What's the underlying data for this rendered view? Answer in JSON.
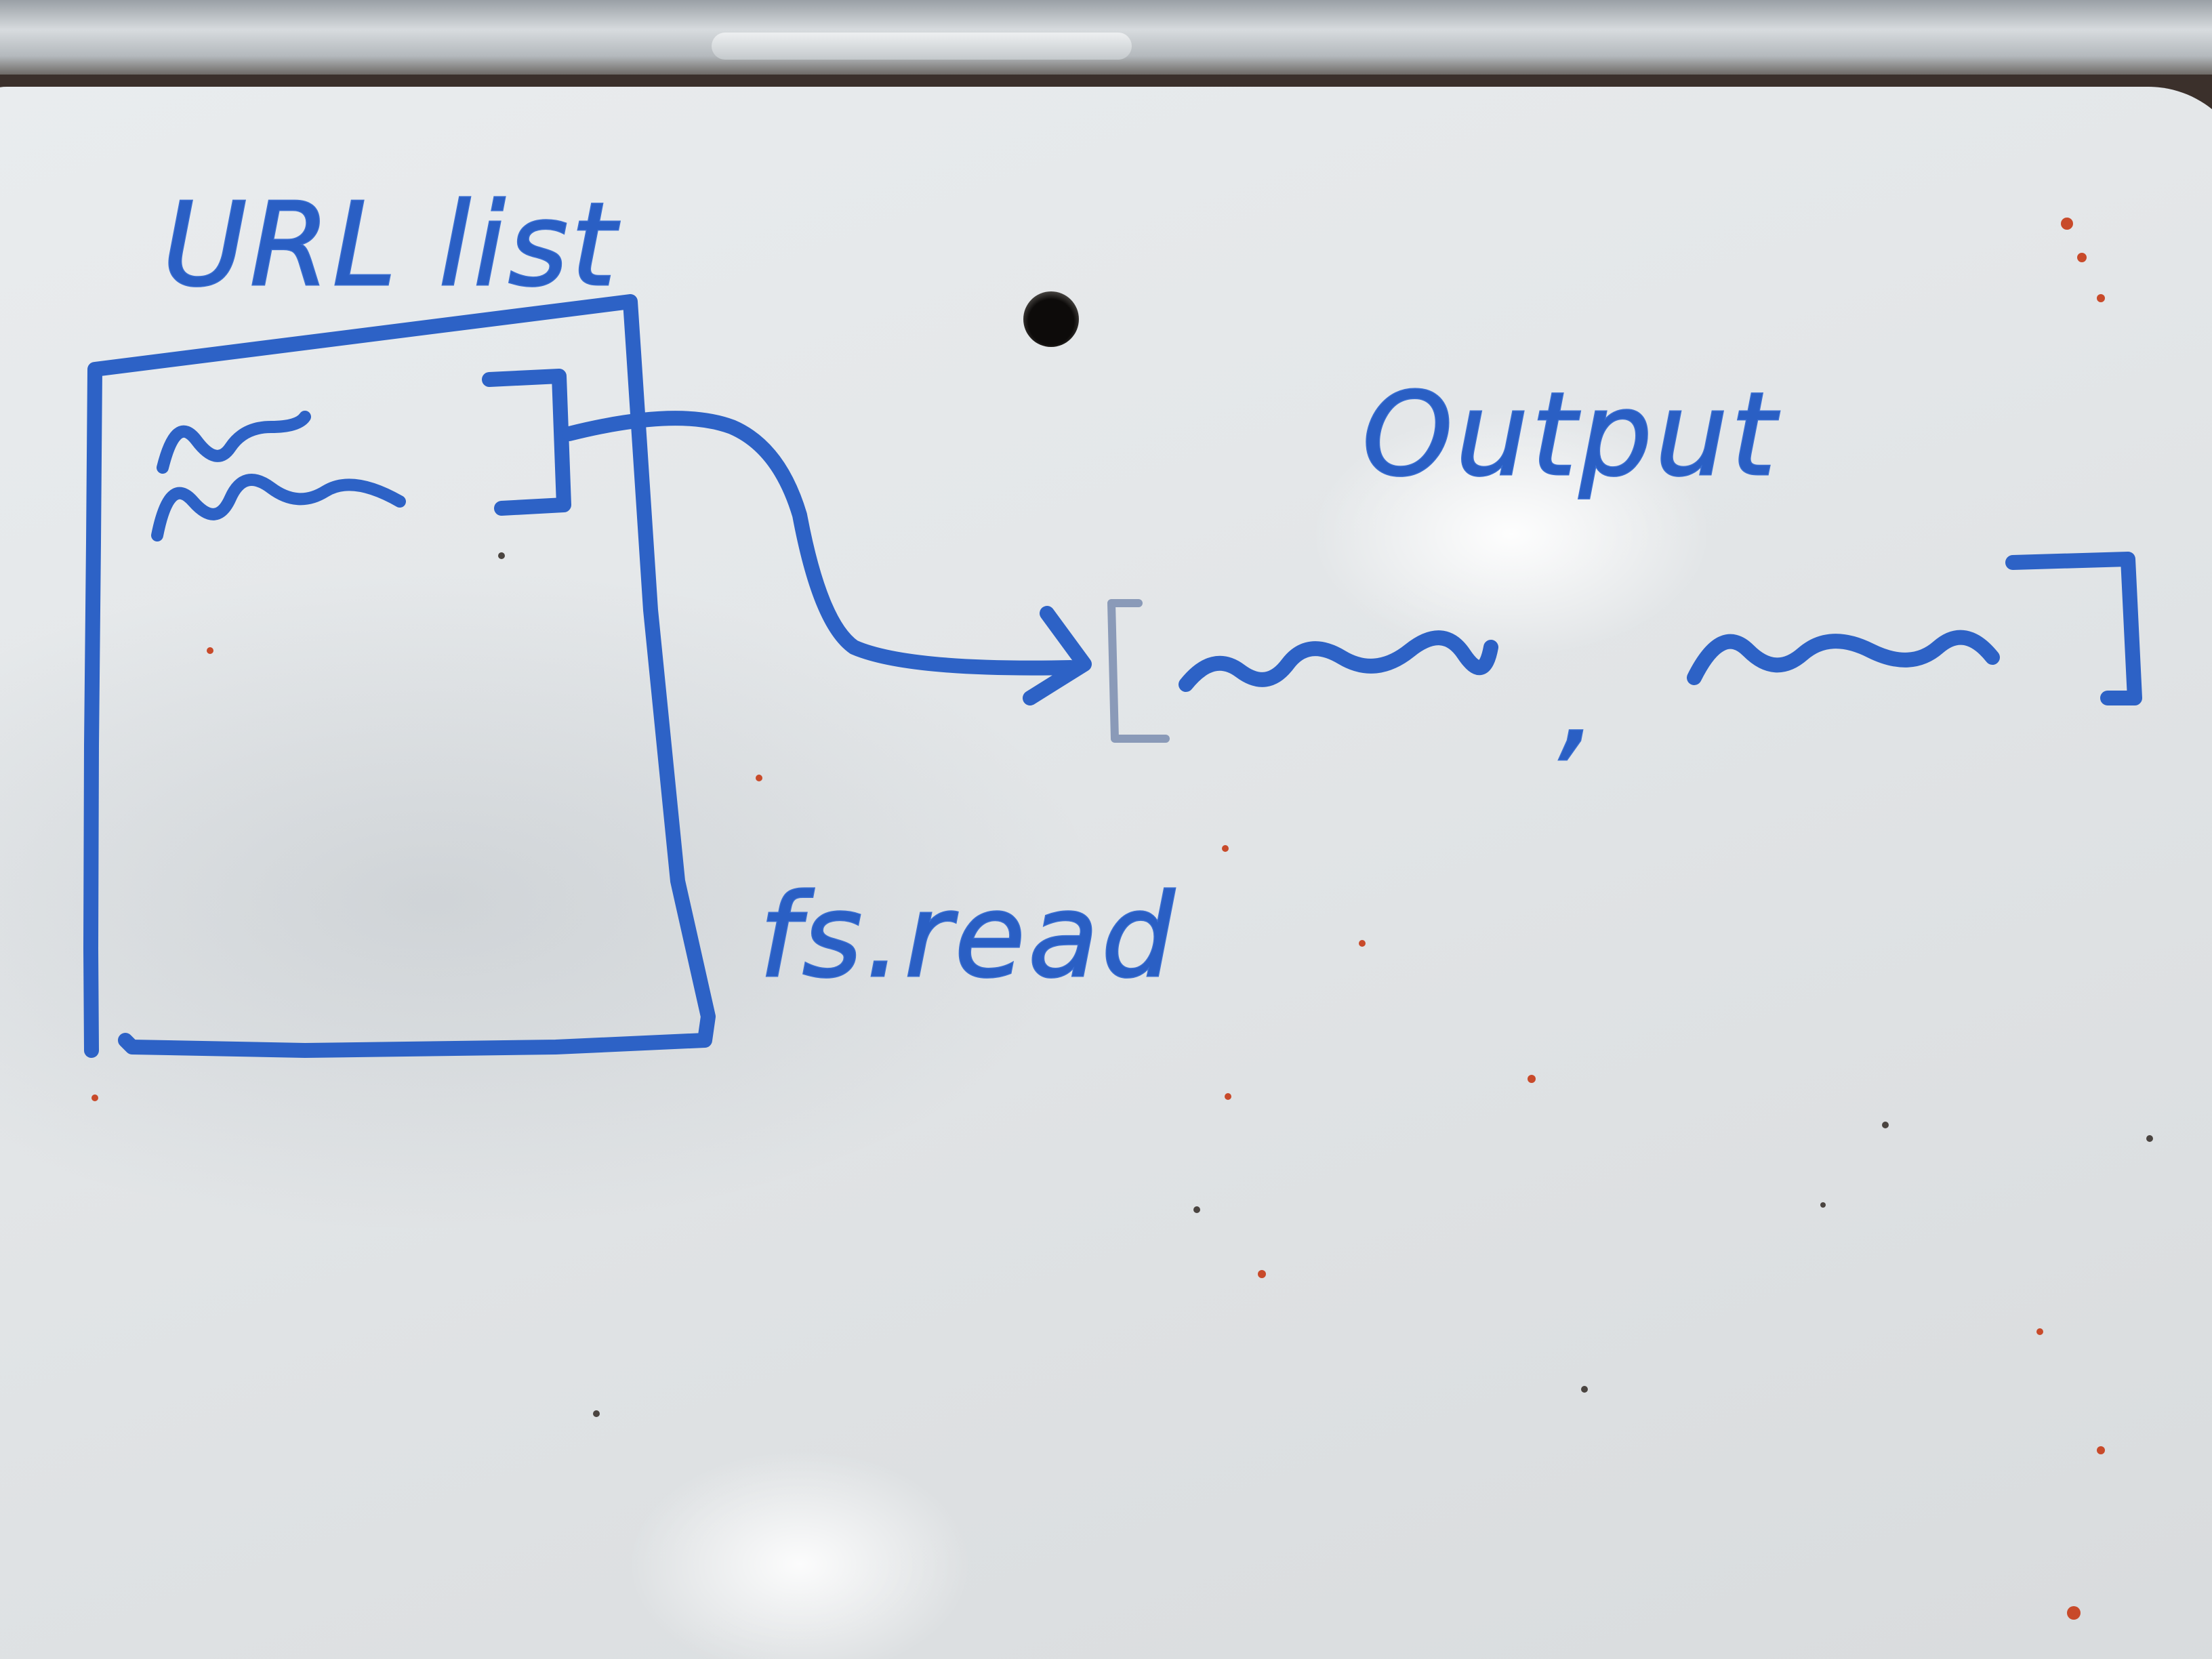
{
  "labels": {
    "url_list": "URL list",
    "output": "Output",
    "fs_read": "fs.read",
    "comma": ","
  },
  "colors": {
    "ink": "#2d62c6",
    "board": "#e4e7e9",
    "frame": "#c8cdd0"
  }
}
